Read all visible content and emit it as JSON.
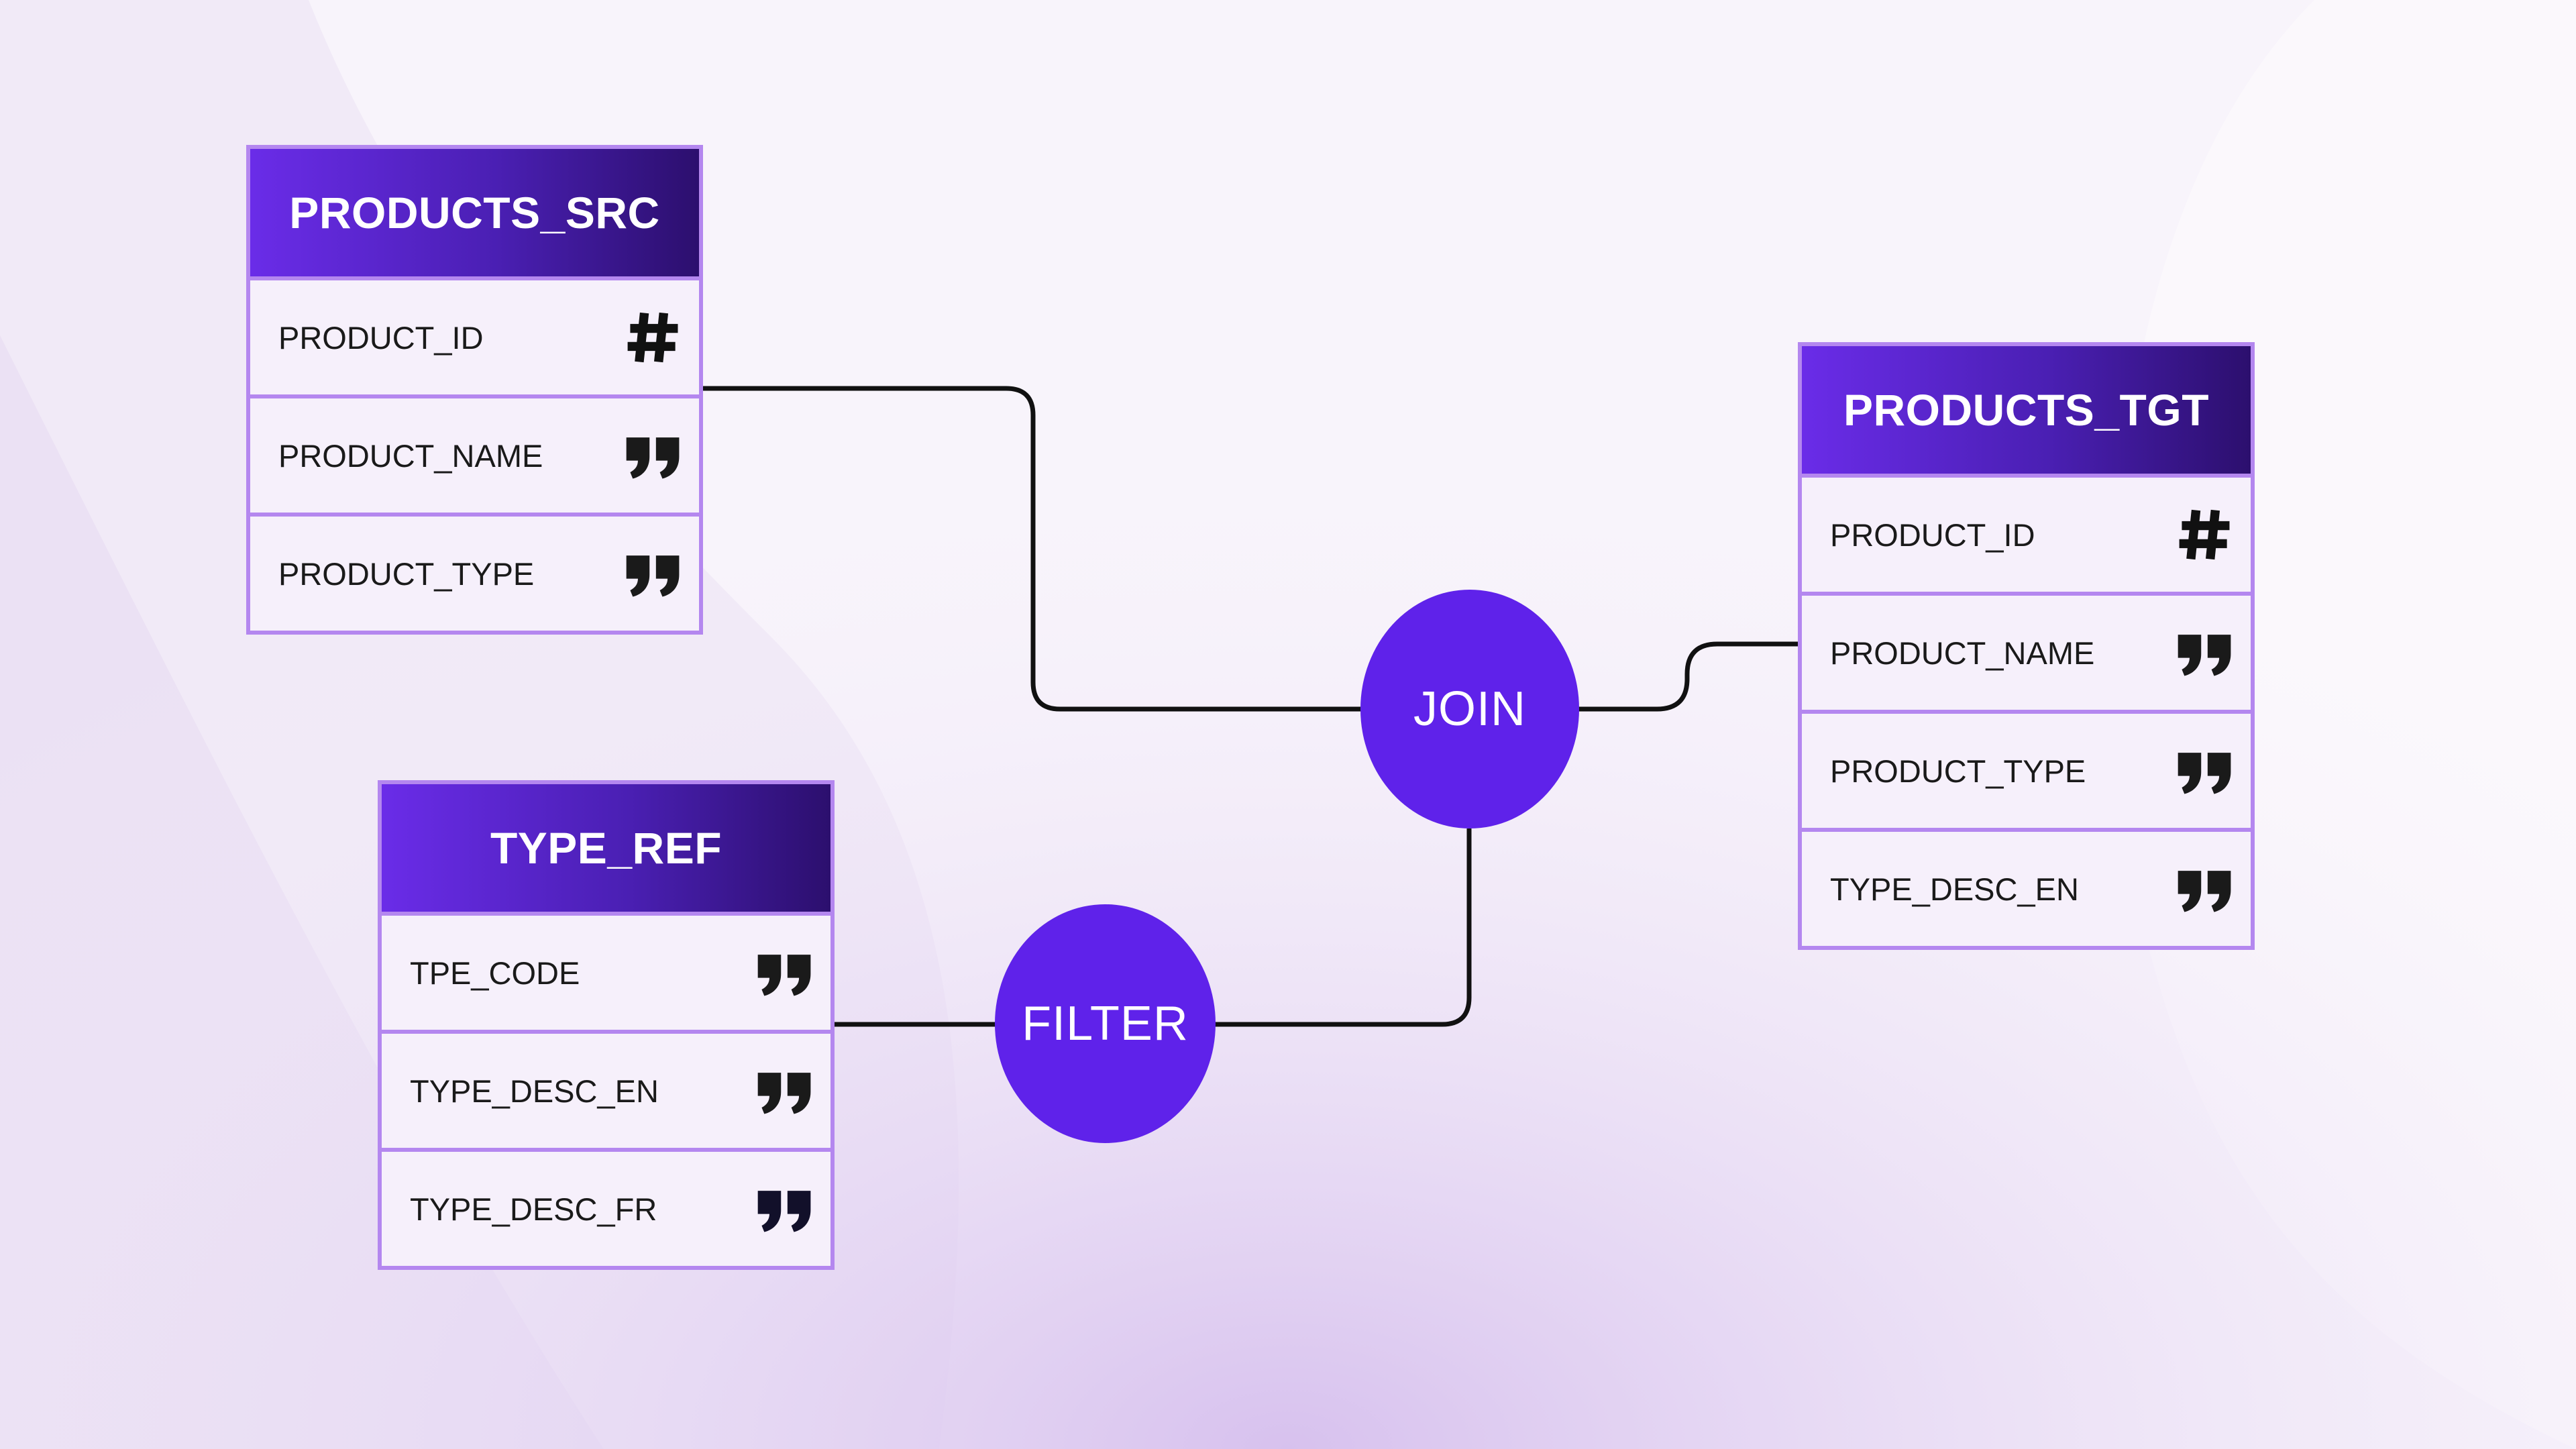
{
  "colors": {
    "table_border": "#b487ef",
    "header_start": "#6a2ce8",
    "header_end": "#2c0f6e",
    "row_bg": "#f6f0fb",
    "node_fill": "#5f22ea",
    "edge": "#111111",
    "background": "#f7f2fa"
  },
  "tables": {
    "products_src": {
      "title": "PRODUCTS_SRC",
      "rows": [
        {
          "label": "PRODUCT_ID",
          "icon": "hash-icon"
        },
        {
          "label": "PRODUCT_NAME",
          "icon": "quote-icon"
        },
        {
          "label": "PRODUCT_TYPE",
          "icon": "quote-icon"
        }
      ]
    },
    "type_ref": {
      "title": "TYPE_REF",
      "rows": [
        {
          "label": "TPE_CODE",
          "icon": "quote-icon"
        },
        {
          "label": "TYPE_DESC_EN",
          "icon": "quote-icon"
        },
        {
          "label": "TYPE_DESC_FR",
          "icon": "quote-icon"
        }
      ]
    },
    "products_tgt": {
      "title": "PRODUCTS_TGT",
      "rows": [
        {
          "label": "PRODUCT_ID",
          "icon": "hash-icon"
        },
        {
          "label": "PRODUCT_NAME",
          "icon": "quote-icon"
        },
        {
          "label": "PRODUCT_TYPE",
          "icon": "quote-icon"
        },
        {
          "label": "TYPE_DESC_EN",
          "icon": "quote-icon"
        }
      ]
    }
  },
  "nodes": {
    "join": {
      "label": "JOIN"
    },
    "filter": {
      "label": "FILTER"
    }
  }
}
